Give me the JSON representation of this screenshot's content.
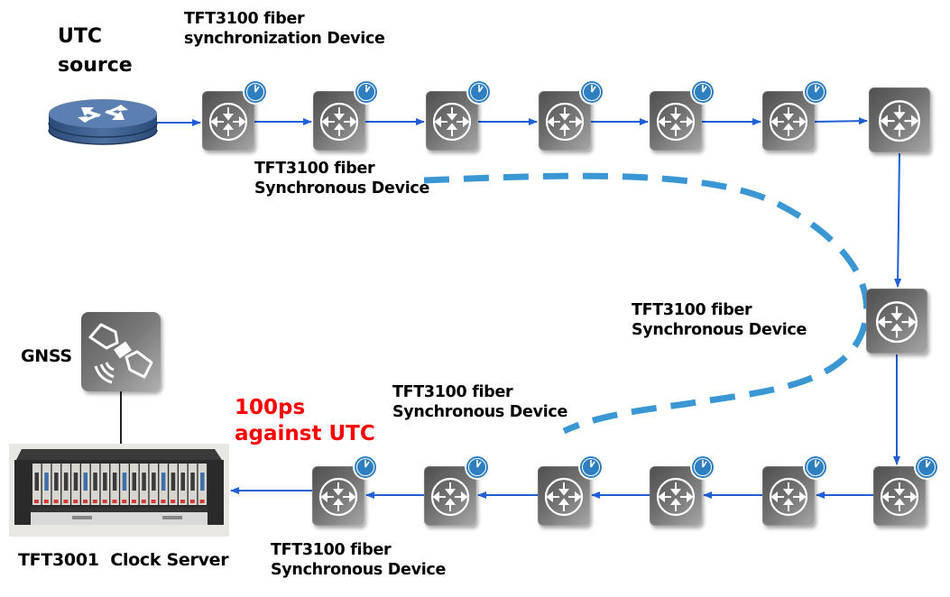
{
  "labels": {
    "utc_source": "UTC\nsource",
    "top_sync_device": "TFT3100 fiber\nsynchronization Device",
    "top_synchronous_device": "TFT3100 fiber\nSynchronous Device",
    "right_synchronous_device": "TFT3100 fiber\nSynchronous Device",
    "mid_synchronous_device": "TFT3100 fiber\nSynchronous Device",
    "bottom_synchronous_device": "TFT3100 fiber\nSynchronous Device",
    "gnss": "GNSS",
    "clock_server": "TFT3001  Clock Server",
    "accuracy": "100ps\nagainst UTC"
  },
  "colors": {
    "link_arrow": "#1f5fd6",
    "dashed_path": "#3a97d4",
    "accuracy_text": "#ff0000",
    "clock_badge": "#2f7fc0",
    "utc_source_disc": "#3d5f8f"
  },
  "nodes": {
    "top_row_count": 7,
    "bottom_row_count": 6,
    "right_column_count": 1
  }
}
